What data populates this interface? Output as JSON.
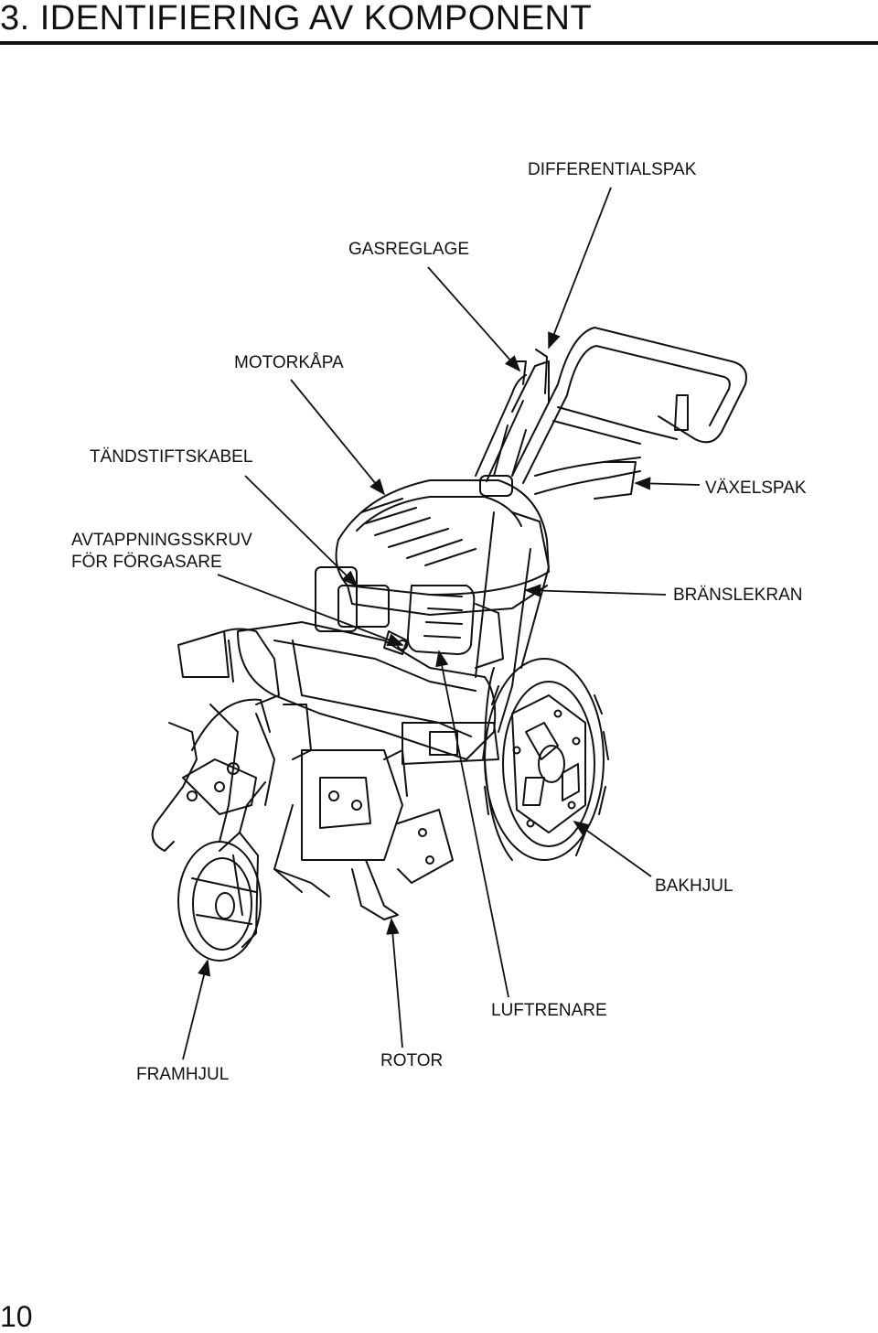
{
  "page": {
    "title": "3. IDENTIFIERING AV KOMPONENT",
    "number": "10"
  },
  "labels": {
    "differentialspak": "DIFFERENTIALSPAK",
    "gasreglage": "GASREGLAGE",
    "motorkapa": "MOTORKÅPA",
    "tandstiftskabel": "TÄNDSTIFTSKABEL",
    "vaxelspak": "VÄXELSPAK",
    "avtappning_line1": "AVTAPPNINGSSKRUV",
    "avtappning_line2": "FÖR FÖRGASARE",
    "branslekran": "BRÄNSLEKRAN",
    "bakhjul": "BAKHJUL",
    "luftrenare": "LUFTRENARE",
    "rotor": "ROTOR",
    "framhjul": "FRAMHJUL"
  }
}
